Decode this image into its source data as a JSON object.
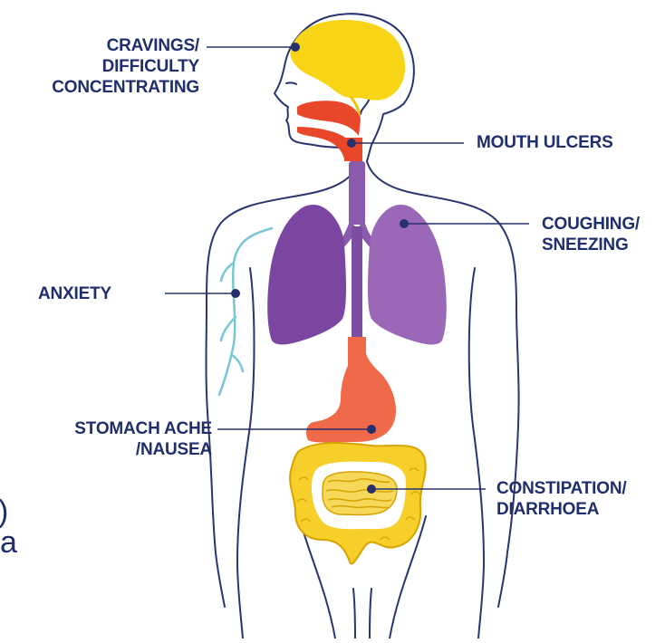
{
  "labels": {
    "cravings": [
      "CRAVINGS/",
      "DIFFICULTY",
      "CONCENTRATING"
    ],
    "mouth_ulcers": [
      "MOUTH ULCERS"
    ],
    "coughing": [
      "COUGHING/",
      "SNEEZING"
    ],
    "anxiety": [
      "ANXIETY"
    ],
    "stomach": [
      "STOMACH ACHE",
      "/NAUSEA"
    ],
    "constipation": [
      "CONSTIPATION/",
      "DIARRHOEA"
    ]
  },
  "edge_fragments": {
    "lower": "a",
    "upper": ")"
  },
  "colors": {
    "label_text": "#1f2f6b",
    "leader_line": "#27306b",
    "body_outline": "#2a3570",
    "nerve": "#79c7d6",
    "brain": "#f7d516",
    "mouth": "#e8472a",
    "lungs_left": "#7b46a1",
    "lungs_right": "#9a68b6",
    "trachea": "#8b5aad",
    "stomach": "#f06a4a",
    "intestine": "#f6cf2b",
    "intestine_outline": "#d6a300"
  },
  "icons": {
    "marker": "dot-marker-icon"
  }
}
